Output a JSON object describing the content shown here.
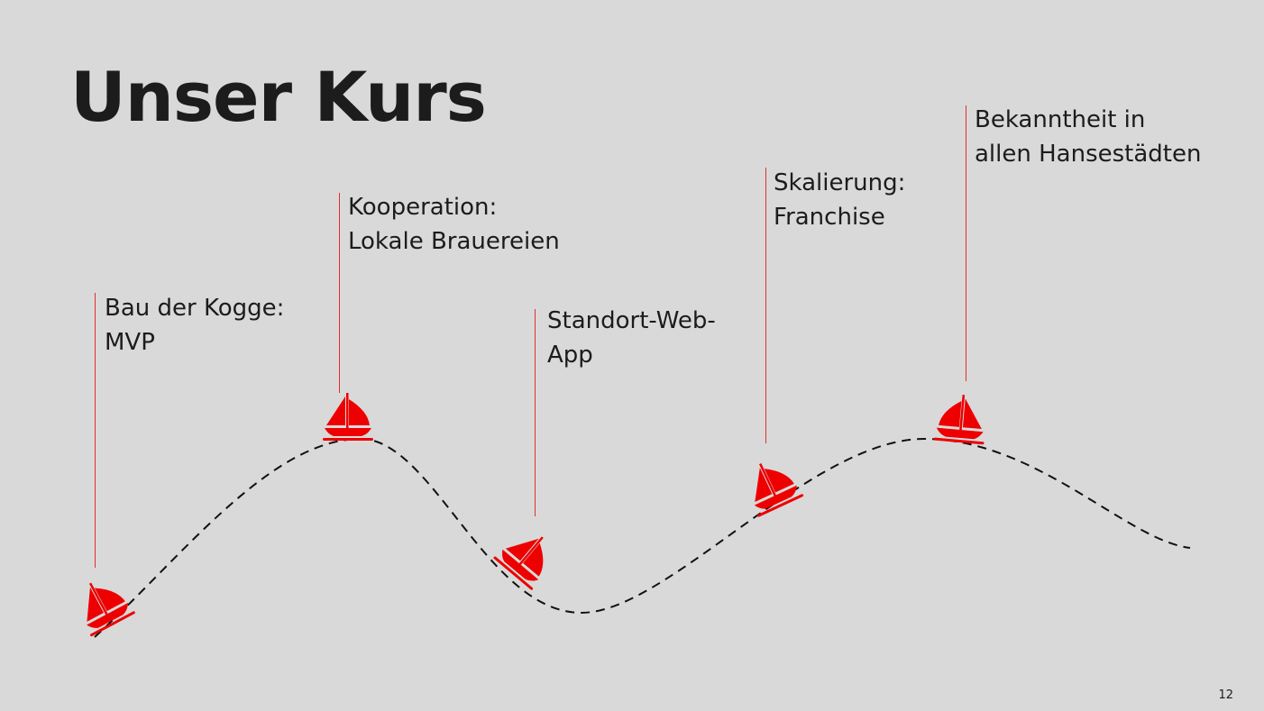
{
  "slide": {
    "title": "Unser Kurs",
    "page_number": "12",
    "accent_color": "#ee0000",
    "line_color": "#e03030",
    "route_color": "#111111"
  },
  "milestones": [
    {
      "line1": "Bau der Kogge:",
      "line2": "MVP",
      "icon": "sailboat-icon"
    },
    {
      "line1": "Kooperation:",
      "line2": "Lokale Brauereien",
      "icon": "sailboat-icon"
    },
    {
      "line1": "Standort-Web-",
      "line2": "App",
      "icon": "sailboat-icon"
    },
    {
      "line1": "Skalierung:",
      "line2": "Franchise",
      "icon": "sailboat-icon"
    },
    {
      "line1": "Bekanntheit in",
      "line2": "allen Hansestädten",
      "icon": "sailboat-icon"
    }
  ]
}
